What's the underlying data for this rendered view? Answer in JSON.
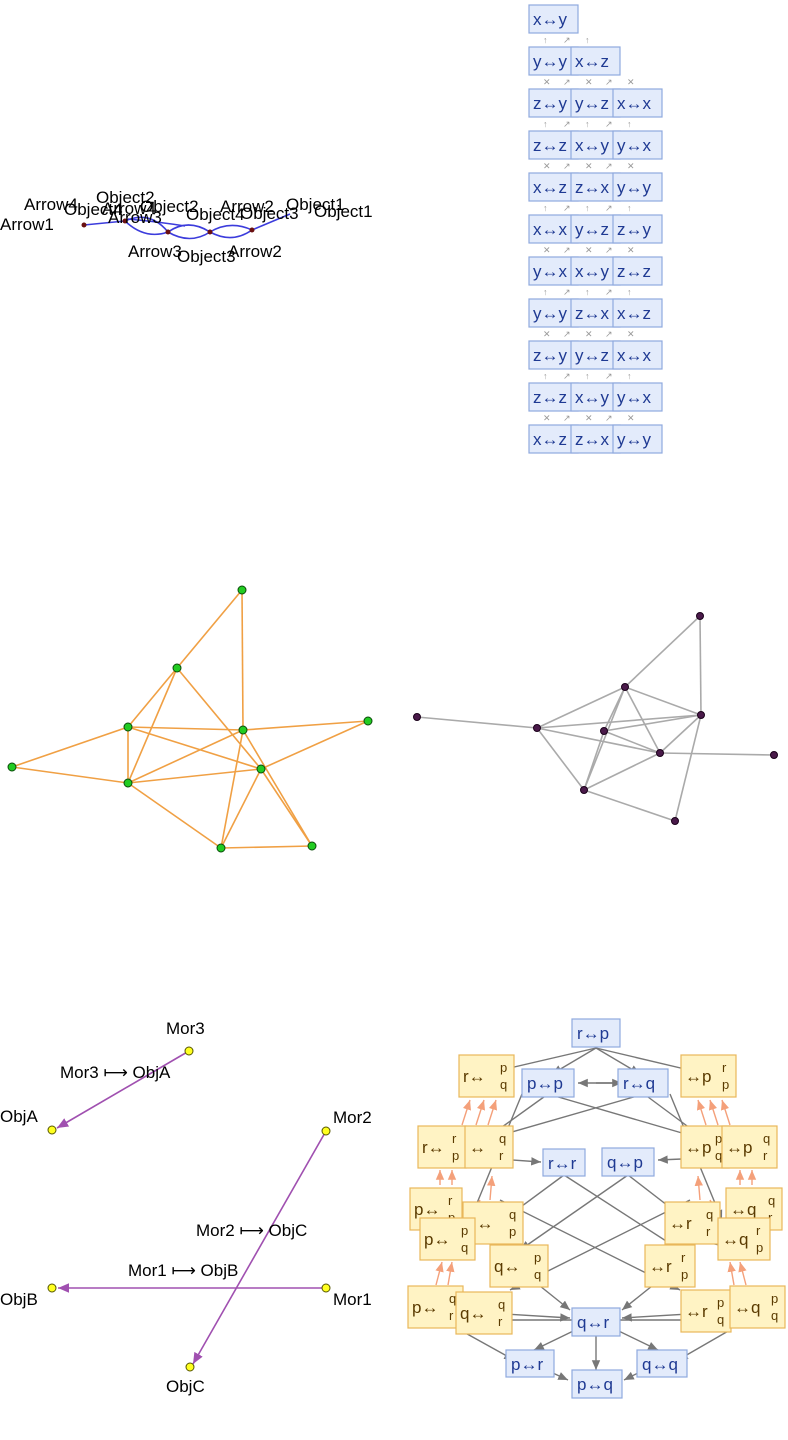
{
  "panel1": {
    "labels": [
      "Arrow1",
      "Object2",
      "Arrow3",
      "Object3",
      "Arrow2",
      "Object1",
      "Arrow4",
      "Object4",
      "Arrow4",
      "Object2",
      "Arrow3",
      "Object4",
      "Arrow2",
      "Object3"
    ]
  },
  "panel2": {
    "rows": [
      [
        "x↔y"
      ],
      [
        "y↔y",
        "x↔z"
      ],
      [
        "z↔y",
        "y↔z",
        "x↔x"
      ],
      [
        "z↔z",
        "x↔y",
        "y↔x"
      ],
      [
        "x↔z",
        "z↔x",
        "y↔y"
      ],
      [
        "x↔x",
        "y↔z",
        "z↔y"
      ],
      [
        "y↔x",
        "x↔y",
        "z↔z"
      ],
      [
        "y↔y",
        "z↔x",
        "x↔z"
      ],
      [
        "z↔y",
        "y↔z",
        "x↔x"
      ],
      [
        "z↔z",
        "x↔y",
        "y↔x"
      ],
      [
        "x↔z",
        "z↔x",
        "y↔y"
      ]
    ]
  },
  "panel5": {
    "nodes": {
      "mor3": "Mor3",
      "obja": "ObjA",
      "mor2": "Mor2",
      "objb": "ObjB",
      "mor1": "Mor1",
      "objc": "ObjC"
    },
    "edges": {
      "e1": "Mor3 ⟼ ObjA",
      "e2": "Mor2 ⟼ ObjC",
      "e3": "Mor1 ⟼ ObjB"
    }
  },
  "panel6": {
    "blue": [
      "r↔p",
      "p↔p",
      "r↔q",
      "r↔r",
      "q↔p",
      "q↔r",
      "p↔r",
      "q↔q",
      "p↔q"
    ],
    "yellow": [
      {
        "main": "r↔",
        "top": "p",
        "bot": "q"
      },
      {
        "main": "↔p",
        "top": "r",
        "bot": "p"
      },
      {
        "main": "r↔",
        "top": "r",
        "bot": "p"
      },
      {
        "main": "↔",
        "top": "q",
        "bot": "r"
      },
      {
        "main": "↔p",
        "top": "p",
        "bot": "q"
      },
      {
        "main": "↔p",
        "top": "q",
        "bot": "r"
      },
      {
        "main": "p↔",
        "top": "r",
        "bot": "p"
      },
      {
        "main": "q↔",
        "top": "q",
        "bot": "p"
      },
      {
        "main": "↔q",
        "top": "q",
        "bot": "r"
      },
      {
        "main": "p↔",
        "top": "p",
        "bot": "q"
      },
      {
        "main": "↔r",
        "top": "q",
        "bot": "r"
      },
      {
        "main": "↔q",
        "top": "r",
        "bot": "p"
      },
      {
        "main": "q↔",
        "top": "p",
        "bot": "q"
      },
      {
        "main": "↔r",
        "top": "r",
        "bot": "p"
      },
      {
        "main": "p↔",
        "top": "q",
        "bot": "r"
      },
      {
        "main": "q↔",
        "top": "q",
        "bot": "r"
      },
      {
        "main": "↔r",
        "top": "p",
        "bot": "q"
      },
      {
        "main": "↔q",
        "top": "p",
        "bot": "q"
      }
    ]
  },
  "colors": {
    "blue_edge": "#3c3cdc",
    "orange_edge": "#f0a044",
    "green_node": "#22cc22",
    "gray_edge": "#aaaaaa",
    "purple_node": "#4a1a4a",
    "magenta_edge": "#a050b0",
    "yellow_node": "#ffff20",
    "blue_box": "#e3ebfb",
    "yellow_box": "#fff3c4",
    "salmon_arrow": "#f4a07a"
  }
}
